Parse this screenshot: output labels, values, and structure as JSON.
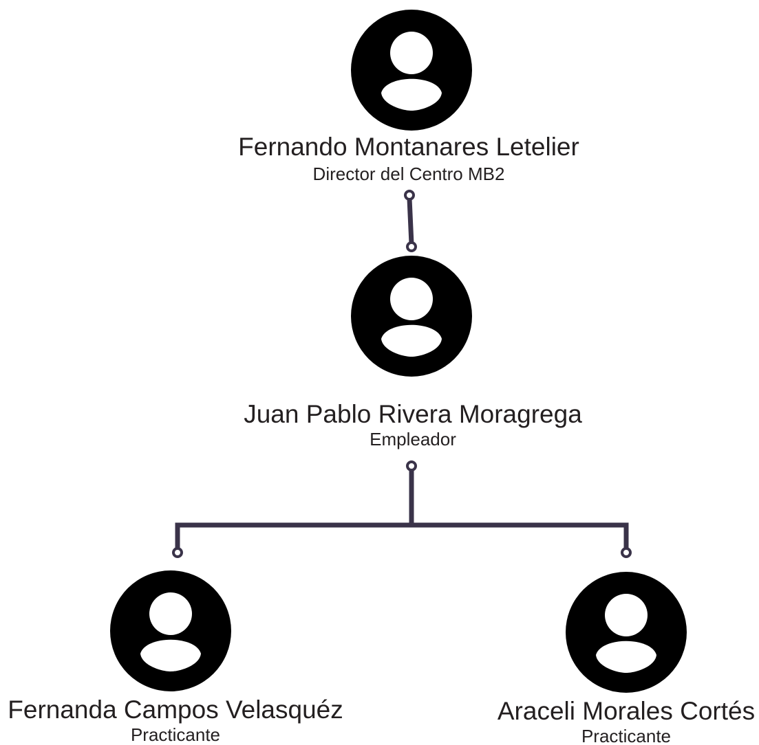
{
  "people": [
    {
      "name": "Fernando Montanares Letelier",
      "role": "Director del Centro MB2"
    },
    {
      "name": "Juan Pablo Rivera Moragrega",
      "role": "Empleador"
    },
    {
      "name": "Fernanda Campos Velasquéz",
      "role": "Practicante"
    },
    {
      "name": "Araceli Morales Cortés",
      "role": "Practicante"
    }
  ],
  "icons": {
    "avatar": "user-avatar-icon",
    "connector_end": "connector-dot"
  },
  "colors": {
    "avatar": "#000000",
    "connector": "#3a3349",
    "text": "#231f20",
    "background": "#ffffff"
  }
}
